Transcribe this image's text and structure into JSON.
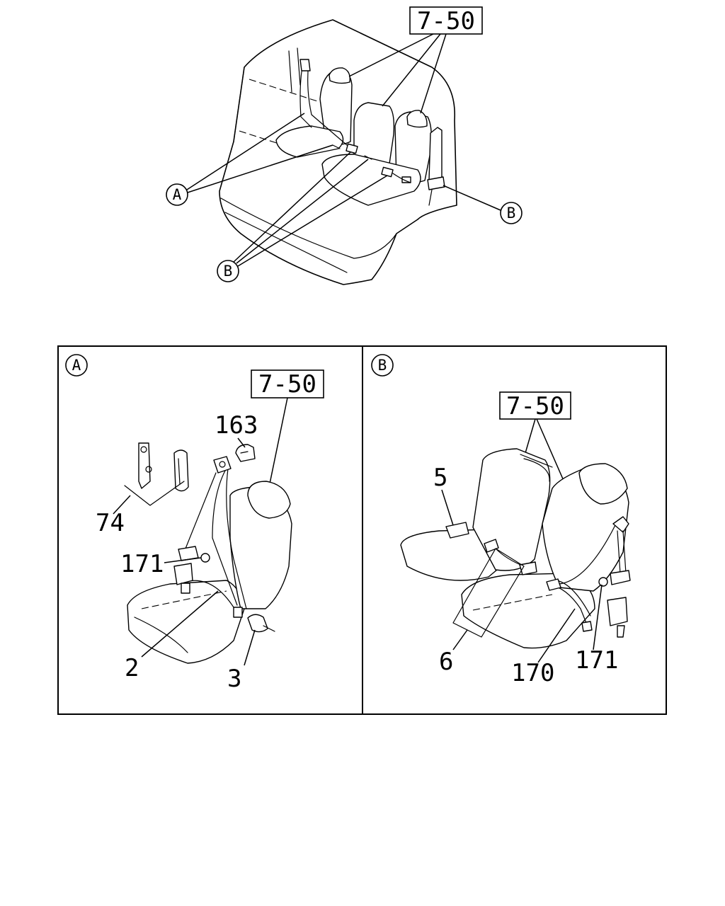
{
  "overview": {
    "ref": "7-50",
    "callout_a": "A",
    "callout_b_left": "B",
    "callout_b_right": "B"
  },
  "detail_a": {
    "callout": "A",
    "ref": "7-50",
    "parts": [
      "163",
      "74",
      "171",
      "2",
      "3"
    ]
  },
  "detail_b": {
    "callout": "B",
    "ref": "7-50",
    "parts": [
      "5",
      "6",
      "170",
      "171"
    ]
  }
}
